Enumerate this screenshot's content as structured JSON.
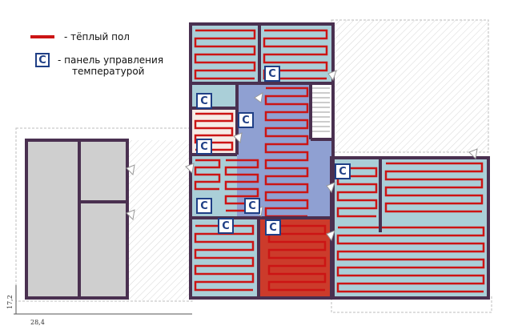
{
  "legend": {
    "floor_heating_label": "- тёплый пол",
    "panel_symbol": "C",
    "panel_label_line1": "- панель управления",
    "panel_label_line2": "температурой"
  },
  "dimensions": {
    "vertical": "17,2",
    "horizontal": "28,4"
  },
  "control_panels": [
    {
      "symbol": "C"
    },
    {
      "symbol": "C"
    },
    {
      "symbol": "C"
    },
    {
      "symbol": "C"
    },
    {
      "symbol": "C"
    },
    {
      "symbol": "C"
    },
    {
      "symbol": "C"
    },
    {
      "symbol": "C"
    },
    {
      "symbol": "C"
    }
  ],
  "colors": {
    "heating_pipe": "#cc1414",
    "room_floor": "#aacfd8",
    "corridor_floor": "#8fa0d2",
    "bathroom_floor": "#cc3b2b",
    "wall": "#4a3050",
    "annex": "#cfcfcf",
    "panel_border": "#1f3f86"
  }
}
